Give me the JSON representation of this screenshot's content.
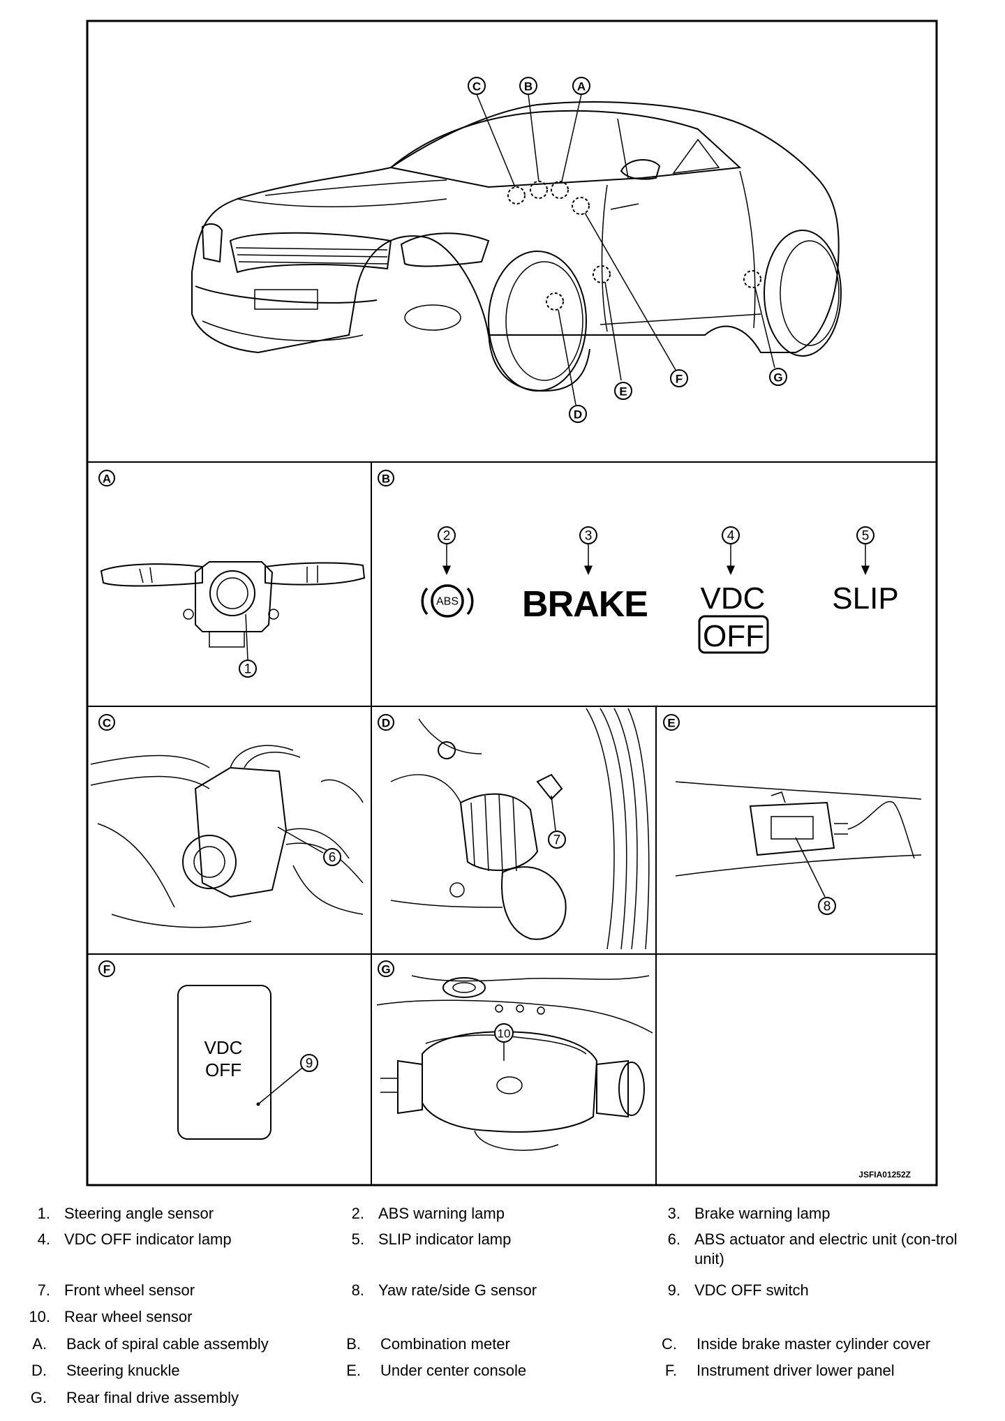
{
  "overview_callouts": {
    "A": "A",
    "B": "B",
    "C": "C",
    "D": "D",
    "E": "E",
    "F": "F",
    "G": "G"
  },
  "panels": {
    "A": {
      "letter": "A",
      "callout": "1"
    },
    "B": {
      "letter": "B",
      "callouts": [
        "2",
        "3",
        "4",
        "5"
      ],
      "abs_text": "ABS",
      "brake_text": "BRAKE",
      "vdc_text": "VDC",
      "off_text": "OFF",
      "slip_text": "SLIP"
    },
    "C": {
      "letter": "C",
      "callout": "6"
    },
    "D": {
      "letter": "D",
      "callout": "7"
    },
    "E": {
      "letter": "E",
      "callout": "8"
    },
    "F": {
      "letter": "F",
      "callout": "9",
      "switch_line1": "VDC",
      "switch_line2": "OFF"
    },
    "G": {
      "letter": "G",
      "callout": "10"
    }
  },
  "figure_code": "JSFIA01252Z",
  "legend": {
    "numbered": [
      {
        "num": "1.",
        "text": "Steering angle sensor"
      },
      {
        "num": "2.",
        "text": "ABS warning lamp"
      },
      {
        "num": "3.",
        "text": "Brake warning lamp"
      },
      {
        "num": "4.",
        "text": "VDC OFF indicator lamp"
      },
      {
        "num": "5.",
        "text": "SLIP indicator lamp"
      },
      {
        "num": "6.",
        "text": "ABS actuator and electric unit (con-trol unit)"
      },
      {
        "num": "7.",
        "text": "Front wheel sensor"
      },
      {
        "num": "8.",
        "text": "Yaw rate/side G sensor"
      },
      {
        "num": "9.",
        "text": "VDC OFF switch"
      },
      {
        "num": "10.",
        "text": "Rear wheel sensor"
      }
    ],
    "lettered": [
      {
        "letter": "A.",
        "text": "Back of spiral cable assembly"
      },
      {
        "letter": "B.",
        "text": "Combination meter"
      },
      {
        "letter": "C.",
        "text": "Inside brake master cylinder cover"
      },
      {
        "letter": "D.",
        "text": "Steering knuckle"
      },
      {
        "letter": "E.",
        "text": "Under center console"
      },
      {
        "letter": "F.",
        "text": "Instrument driver lower panel"
      },
      {
        "letter": "G.",
        "text": "Rear final drive assembly"
      }
    ]
  }
}
